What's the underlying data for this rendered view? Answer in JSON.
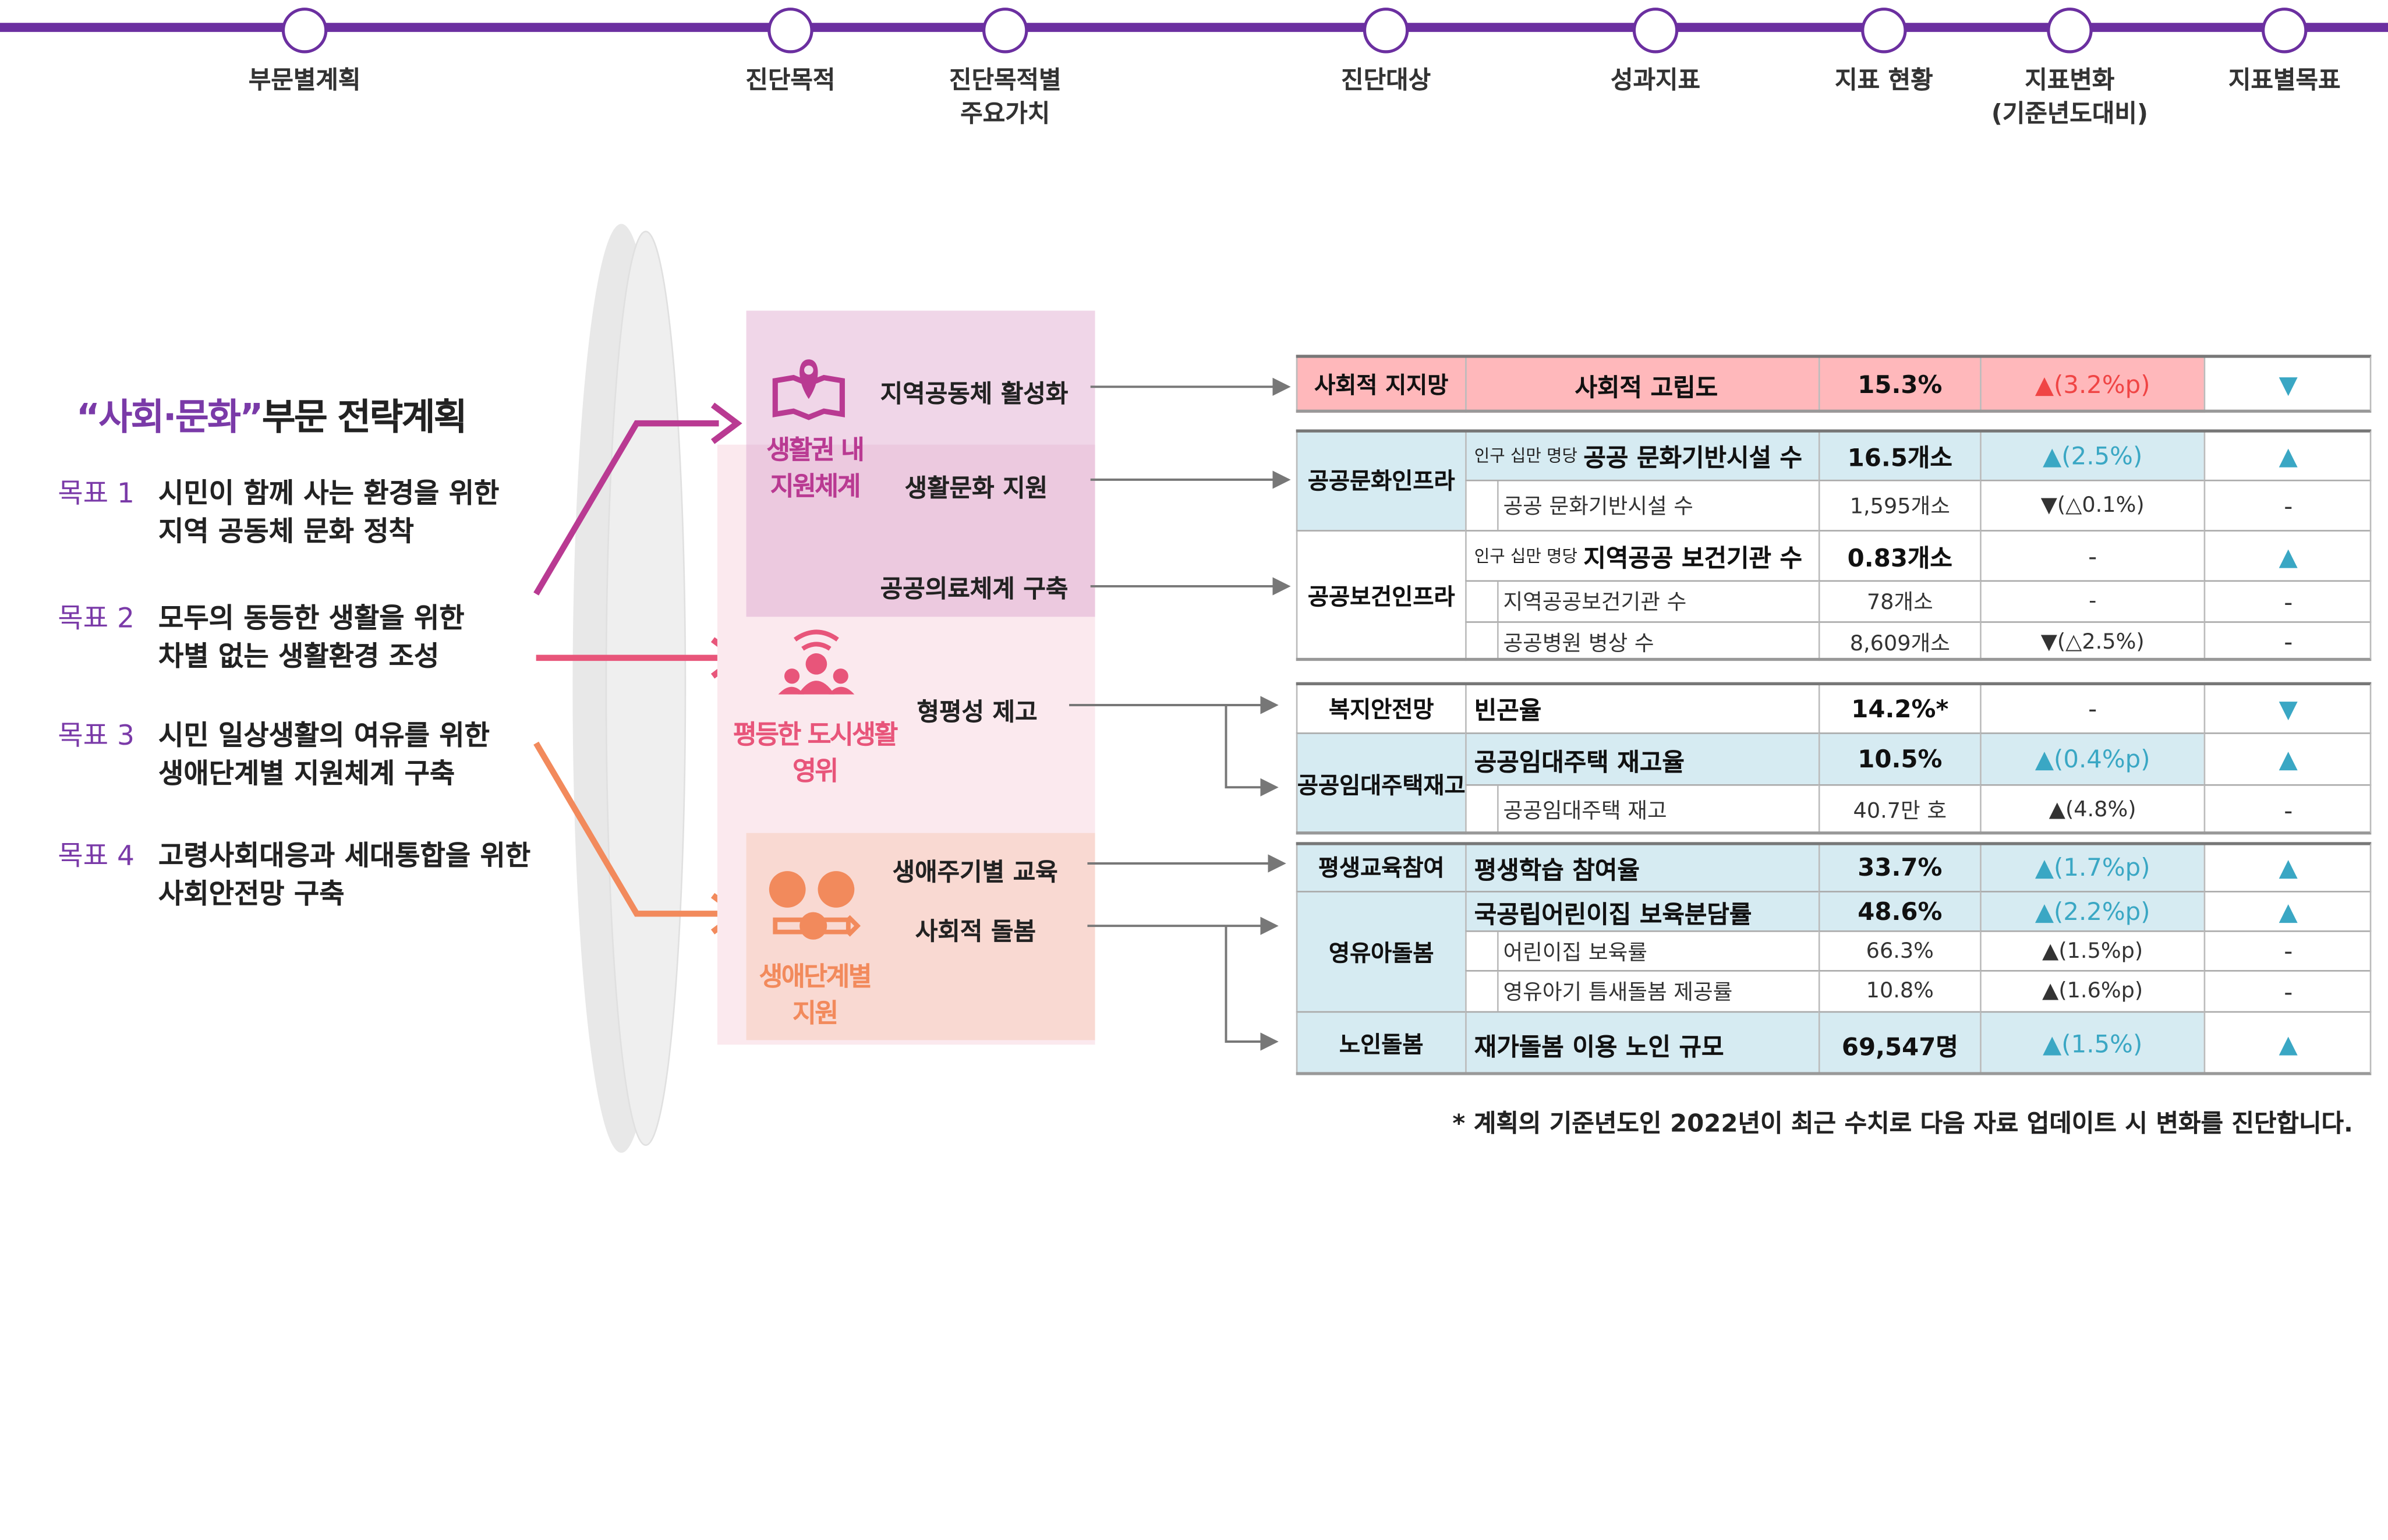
{
  "timeline": {
    "color": "#6b2fa0",
    "steps": [
      "부문별계획",
      "진단목적",
      "진단목적별\n주요가치",
      "진단대상",
      "성과지표",
      "지표 현황",
      "지표변화\n(기준년도대비)",
      "지표별목표"
    ]
  },
  "title": {
    "open_quote": "“",
    "main": "사회·문화",
    "close_quote": "”",
    "suffix": "부문 전략계획"
  },
  "goals": [
    {
      "num": "목표 1",
      "text": "시민이 함께 사는 환경을 위한\n지역 공동체 문화 정착"
    },
    {
      "num": "목표 2",
      "text": "모두의 동등한 생활을 위한\n차별 없는 생활환경 조성"
    },
    {
      "num": "목표 3",
      "text": "시민 일상생활의 여유를 위한\n생애단계별 지원체계 구축"
    },
    {
      "num": "목표 4",
      "text": "고령사회대응과 세대통합을 위한\n사회안전망 구축"
    }
  ],
  "values": [
    {
      "caption": "생활권 내\n지원체계",
      "icon": "map-pin-icon",
      "color": "#b93a92",
      "items": [
        "지역공동체 활성화",
        "생활문화 지원",
        "공공의료체계 구축"
      ]
    },
    {
      "caption": "평등한 도시생활\n영위",
      "icon": "community-people-icon",
      "color": "#e8557a",
      "items": [
        "형평성 제고"
      ]
    },
    {
      "caption": "생애단계별\n지원",
      "icon": "life-stage-icon",
      "color": "#f28a5c",
      "items": [
        "생애주기별 교육",
        "사회적 돌봄"
      ]
    }
  ],
  "colors": {
    "red": "#f04545",
    "blue": "#3aa7c4",
    "dark": "#333333",
    "pink_bg": "#ffb8bb",
    "blue_bg": "#d6ebf2"
  },
  "table": {
    "groups": [
      {
        "categories": [
          {
            "label": "사회적 지지망",
            "span": 1,
            "style": "pk"
          }
        ],
        "rows": [
          {
            "indicator": "사회적 고립도",
            "center": true,
            "bg": "pk",
            "value": "15.3%",
            "change": "▲(3.2%p)",
            "change_color": "red",
            "target": "▼",
            "target_color": "blue"
          }
        ]
      },
      {
        "categories": [
          {
            "label": "공공문화인프라",
            "span": 2,
            "style": "hl"
          },
          {
            "label": "공공보건인프라",
            "span": 3,
            "style": ""
          }
        ],
        "rows": [
          {
            "prefix": "인구 십만 명당",
            "indicator": "공공 문화기반시설 수",
            "bg": "hl",
            "value": "16.5개소",
            "change": "▲(2.5%)",
            "change_color": "blue",
            "target": "▲",
            "target_color": "blue"
          },
          {
            "indicator": "공공 문화기반시설 수",
            "sub": true,
            "value": "1,595개소",
            "change": "▼(△0.1%)",
            "change_color": "dark",
            "target": "-",
            "target_color": "dark"
          },
          {
            "prefix": "인구 십만 명당",
            "indicator": "지역공공 보건기관 수",
            "value": "0.83개소",
            "change": "-",
            "change_color": "dark",
            "target": "▲",
            "target_color": "blue"
          },
          {
            "indicator": "지역공공보건기관 수",
            "sub": true,
            "value": "78개소",
            "change": "-",
            "change_color": "dark",
            "target": "-",
            "target_color": "dark"
          },
          {
            "indicator": "공공병원 병상 수",
            "sub": true,
            "value": "8,609개소",
            "change": "▼(△2.5%)",
            "change_color": "dark",
            "target": "-",
            "target_color": "dark"
          }
        ]
      },
      {
        "categories": [
          {
            "label": "복지안전망",
            "span": 1,
            "style": ""
          },
          {
            "label": "공공임대주택재고",
            "span": 2,
            "style": "hl"
          }
        ],
        "rows": [
          {
            "indicator": "빈곤율",
            "value": "14.2%*",
            "change": "-",
            "change_color": "dark",
            "target": "▼",
            "target_color": "blue"
          },
          {
            "indicator": "공공임대주택 재고율",
            "bg": "hl",
            "value": "10.5%",
            "change": "▲(0.4%p)",
            "change_color": "blue",
            "target": "▲",
            "target_color": "blue"
          },
          {
            "indicator": "공공임대주택 재고",
            "sub": true,
            "value": "40.7만 호",
            "change": "▲(4.8%)",
            "change_color": "dark",
            "target": "-",
            "target_color": "dark"
          }
        ]
      },
      {
        "categories": [
          {
            "label": "평생교육참여",
            "span": 1,
            "style": "hl"
          },
          {
            "label": "영유아돌봄",
            "span": 3,
            "style": "hl"
          },
          {
            "label": "노인돌봄",
            "span": 1,
            "style": "hl"
          }
        ],
        "rows": [
          {
            "indicator": "평생학습 참여율",
            "bg": "hl",
            "value": "33.7%",
            "change": "▲(1.7%p)",
            "change_color": "blue",
            "target": "▲",
            "target_color": "blue"
          },
          {
            "indicator": "국공립어린이집 보육분담률",
            "bg": "hl",
            "value": "48.6%",
            "change": "▲(2.2%p)",
            "change_color": "blue",
            "target": "▲",
            "target_color": "blue"
          },
          {
            "indicator": "어린이집 보육률",
            "sub": true,
            "value": "66.3%",
            "change": "▲(1.5%p)",
            "change_color": "dark",
            "target": "-",
            "target_color": "dark"
          },
          {
            "indicator": "영유아기 틈새돌봄 제공률",
            "sub": true,
            "value": "10.8%",
            "change": "▲(1.6%p)",
            "change_color": "dark",
            "target": "-",
            "target_color": "dark"
          },
          {
            "indicator": "재가돌봄 이용 노인 규모",
            "bg": "hl",
            "value": "69,547명",
            "change": "▲(1.5%)",
            "change_color": "blue",
            "target": "▲",
            "target_color": "blue"
          }
        ]
      }
    ]
  },
  "footnote": "* 계획의 기준년도인 2022년이 최근 수치로 다음 자료 업데이트 시 변화를 진단합니다."
}
